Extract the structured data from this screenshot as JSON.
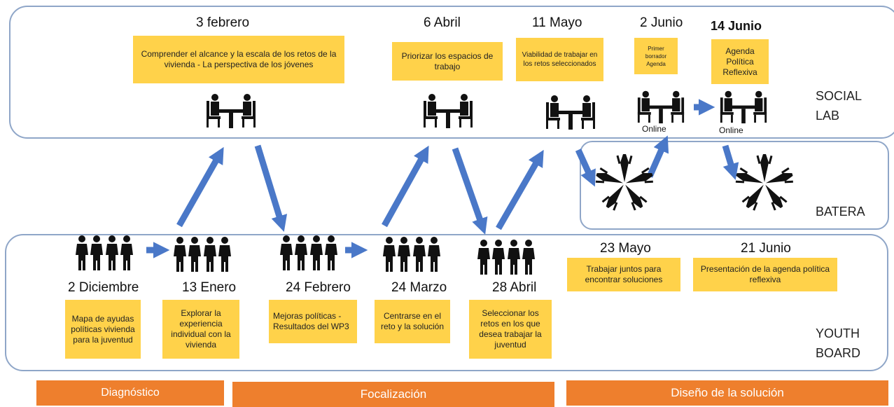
{
  "lanes": {
    "social_lab": "SOCIAL\nLAB",
    "batera": "BATERA",
    "youth_board": "YOUTH\nBOARD"
  },
  "social_lab_steps": [
    {
      "date": "3 febrero",
      "note": "Comprender el alcance y la escala de los retos de la vivienda - La perspectiva de los jóvenes",
      "icon": "meeting-icon"
    },
    {
      "date": "6 Abril",
      "note": "Priorizar los espacios de trabajo",
      "icon": "meeting-icon"
    },
    {
      "date": "11 Mayo",
      "note": "Viabilidad de trabajar en los retos seleccionados",
      "icon": "meeting-icon"
    },
    {
      "date": "2 Junio",
      "note": "Primer borrador Agenda",
      "icon": "meeting-icon",
      "online": "Online"
    },
    {
      "date": "14 Junio",
      "note": "Agenda Política Reflexiva",
      "icon": "meeting-icon",
      "online": "Online"
    }
  ],
  "batera_icons": [
    "hands-circle-icon",
    "hands-circle-icon"
  ],
  "youth_board_steps": [
    {
      "date": "2 Diciembre",
      "note": "Mapa de ayudas políticas vivienda para la juventud",
      "icon": "group-icon"
    },
    {
      "date": "13 Enero",
      "note": "Explorar la experiencia individual con la vivienda",
      "icon": "group-icon"
    },
    {
      "date": "24 Febrero",
      "note": "Mejoras políticas - Resultados del WP3",
      "icon": "group-icon"
    },
    {
      "date": "24 Marzo",
      "note": "Centrarse en el reto y la solución",
      "icon": "group-icon"
    },
    {
      "date": "28 Abril",
      "note": "Seleccionar los retos en los que desea trabajar la juventud",
      "icon": "group-icon"
    },
    {
      "date": "23 Mayo",
      "note": "Trabajar juntos para encontrar soluciones"
    },
    {
      "date": "21 Junio",
      "note": "Presentación de la agenda política reflexiva"
    }
  ],
  "phases": [
    "Diagnóstico",
    "Focalización",
    "Diseño de la solución"
  ],
  "colors": {
    "note": "#ffd24a",
    "arrow": "#4a78c8",
    "phase": "#ee7f2d",
    "lane_border": "#8fa6c8"
  }
}
